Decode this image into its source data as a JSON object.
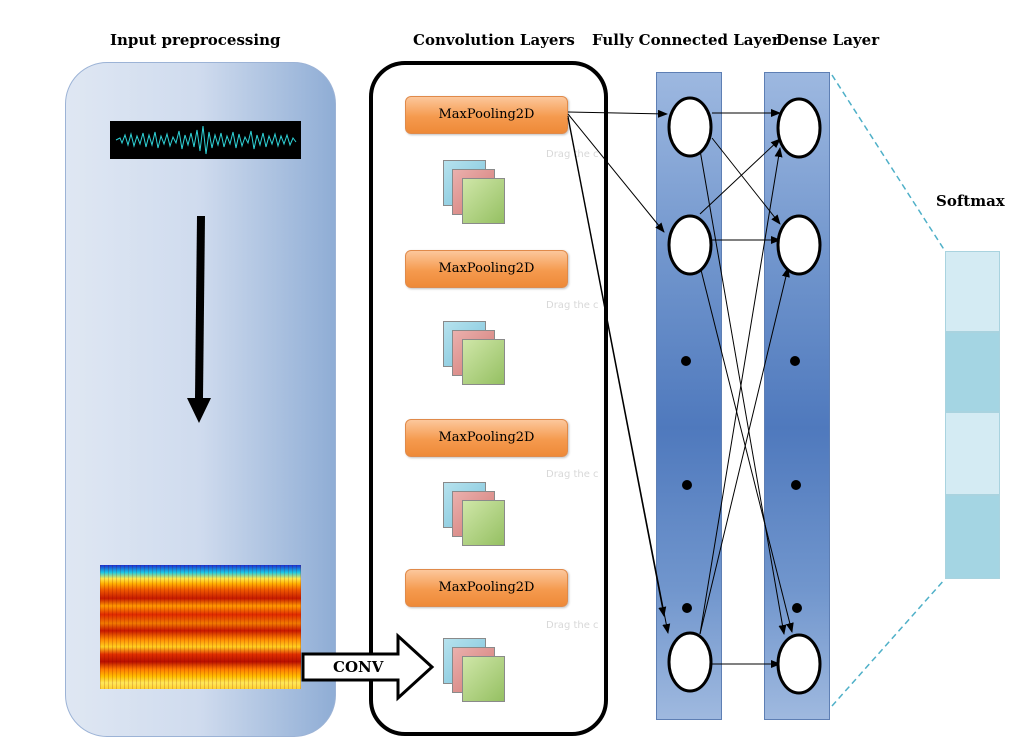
{
  "headings": {
    "input": "Input preprocessing",
    "conv": "Convolution Layers",
    "fc": "Fully Connected Layer",
    "dense": "Dense Layer",
    "softmax": "Softmax"
  },
  "conv_blocks": [
    {
      "label": "MaxPooling2D"
    },
    {
      "label": "MaxPooling2D"
    },
    {
      "label": "MaxPooling2D"
    },
    {
      "label": "MaxPooling2D"
    }
  ],
  "arrow_label": "CONV",
  "ghost_text": "Drag the c",
  "colors": {
    "panel_gradient": [
      "#dfe7f3",
      "#8fadd5"
    ],
    "maxpool_orange": "#f59a4e",
    "column_blue": "#4f79bd",
    "softmax_light": "#d4ebf3",
    "softmax_dark": "#a4d5e3"
  },
  "softmax_cells": 4
}
